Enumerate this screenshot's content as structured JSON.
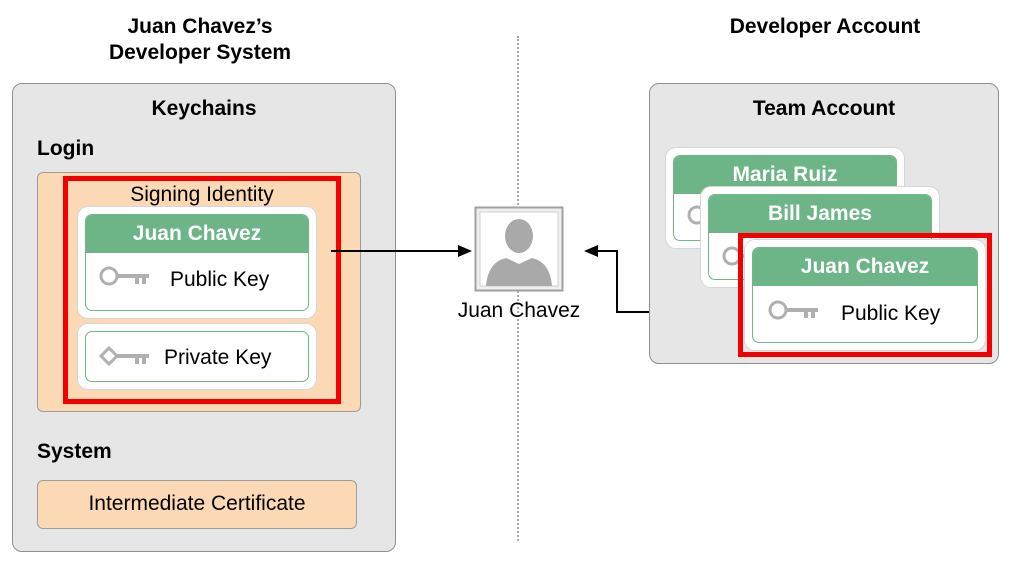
{
  "left": {
    "title_line1": "Juan Chavez’s",
    "title_line2": "Developer System",
    "keychains_title": "Keychains",
    "login_label": "Login",
    "signing_identity_label": "Signing Identity",
    "identity_card": {
      "name": "Juan Chavez",
      "public_key": "Public Key"
    },
    "private_key": "Private Key",
    "system_label": "System",
    "intermediate_certificate": "Intermediate Certificate"
  },
  "center": {
    "person_label": "Juan Chavez"
  },
  "right": {
    "title": "Developer Account",
    "team_account_title": "Team Account",
    "members": [
      "Maria Ruiz",
      "Bill James"
    ],
    "highlighted_card": {
      "name": "Juan Chavez",
      "public_key": "Public Key"
    }
  },
  "colors": {
    "highlight_red": "#f40000",
    "card_green": "#6db586",
    "keychain_orange": "#fbd9b5",
    "panel_gray": "#e6e6e6"
  },
  "icons": [
    "public-key-icon",
    "private-key-icon",
    "person-icon",
    "arrow-icon"
  ]
}
